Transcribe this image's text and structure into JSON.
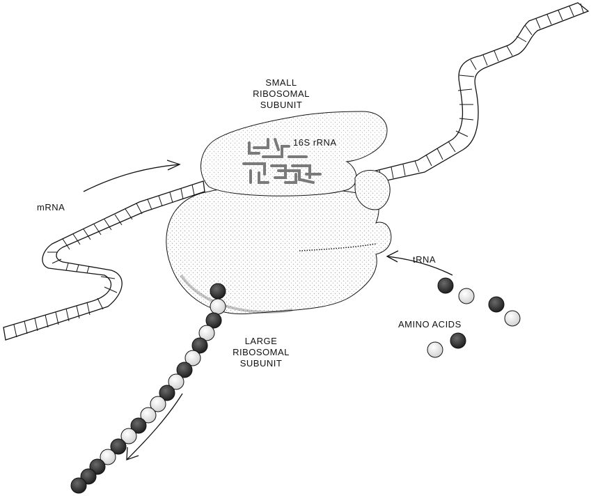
{
  "labels": {
    "small_subunit": [
      "SMALL",
      "RIBOSOMAL",
      "SUBUNIT"
    ],
    "rrna": "16S rRNA",
    "mrna": "mRNA",
    "trna": "tRNA",
    "amino_acids": "AMINO ACIDS",
    "large_subunit": [
      "LARGE",
      "RIBOSOMAL",
      "SUBUNIT"
    ]
  },
  "colors": {
    "ink": "#111111",
    "rrna": "#7a7a7a",
    "bead_dark": "#2b2b2b",
    "bead_light": "#f4f4f4"
  }
}
